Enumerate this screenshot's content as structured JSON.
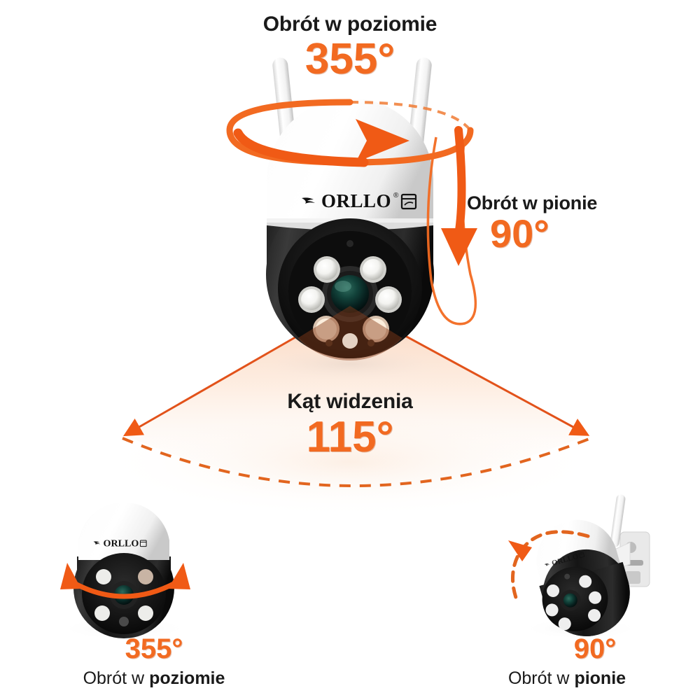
{
  "page": {
    "brand": "ORLLO",
    "brand_suffix": "®",
    "background_color": "#ffffff",
    "accent_color": "#F26A21",
    "text_color": "#1a1a1a"
  },
  "annotations": {
    "pan": {
      "label": "Obrót w poziomie",
      "value": "355°",
      "icon": "rotation-ring-arrow-icon"
    },
    "tilt": {
      "label": "Obrót w pionie",
      "value": "90°",
      "icon": "down-arrow-icon"
    },
    "fov": {
      "label": "Kąt widzenia",
      "value": "115°",
      "icon": "view-cone-icon"
    }
  },
  "thumbnails": [
    {
      "id": "pan-thumb",
      "value": "355°",
      "caption_regular": "Obrót w ",
      "caption_bold": "poziomie",
      "icon": "double-arrow-horizontal-icon"
    },
    {
      "id": "tilt-thumb",
      "value": "90°",
      "caption_regular": "Obrót w ",
      "caption_bold": "pionie",
      "icon": "dashed-curve-arrow-icon"
    }
  ],
  "device": {
    "name": "ORLLO PTZ outdoor camera",
    "antennas": 2,
    "leds_white": 4,
    "leds_warm": 2,
    "lens": "center-lens",
    "dome_color": "#ffffff",
    "housing_color": "#111111"
  }
}
